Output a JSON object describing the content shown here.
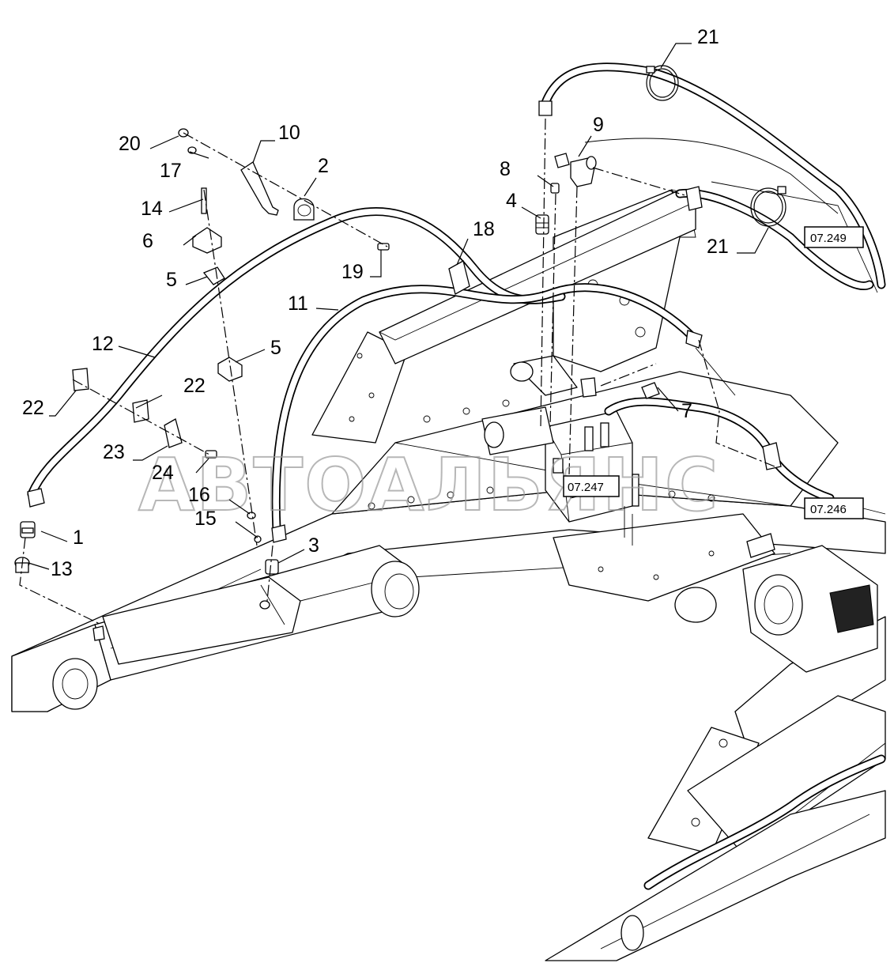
{
  "callouts": [
    {
      "id": "c1",
      "label": "1"
    },
    {
      "id": "c2",
      "label": "2"
    },
    {
      "id": "c3",
      "label": "3"
    },
    {
      "id": "c4",
      "label": "4"
    },
    {
      "id": "c5a",
      "label": "5"
    },
    {
      "id": "c5b",
      "label": "5"
    },
    {
      "id": "c6",
      "label": "6"
    },
    {
      "id": "c7",
      "label": "7"
    },
    {
      "id": "c8",
      "label": "8"
    },
    {
      "id": "c9",
      "label": "9"
    },
    {
      "id": "c10",
      "label": "10"
    },
    {
      "id": "c11",
      "label": "11"
    },
    {
      "id": "c12",
      "label": "12"
    },
    {
      "id": "c13",
      "label": "13"
    },
    {
      "id": "c14",
      "label": "14"
    },
    {
      "id": "c15",
      "label": "15"
    },
    {
      "id": "c16",
      "label": "16"
    },
    {
      "id": "c17",
      "label": "17"
    },
    {
      "id": "c18",
      "label": "18"
    },
    {
      "id": "c19",
      "label": "19"
    },
    {
      "id": "c20",
      "label": "20"
    },
    {
      "id": "c21a",
      "label": "21"
    },
    {
      "id": "c21b",
      "label": "21"
    },
    {
      "id": "c22a",
      "label": "22"
    },
    {
      "id": "c22b",
      "label": "22"
    },
    {
      "id": "c23",
      "label": "23"
    },
    {
      "id": "c24",
      "label": "24"
    }
  ],
  "references": [
    {
      "id": "r249",
      "label": "07.249"
    },
    {
      "id": "r247",
      "label": "07.247"
    },
    {
      "id": "r246",
      "label": "07.246"
    }
  ],
  "watermark": "АВТОАЛЬЯНС"
}
